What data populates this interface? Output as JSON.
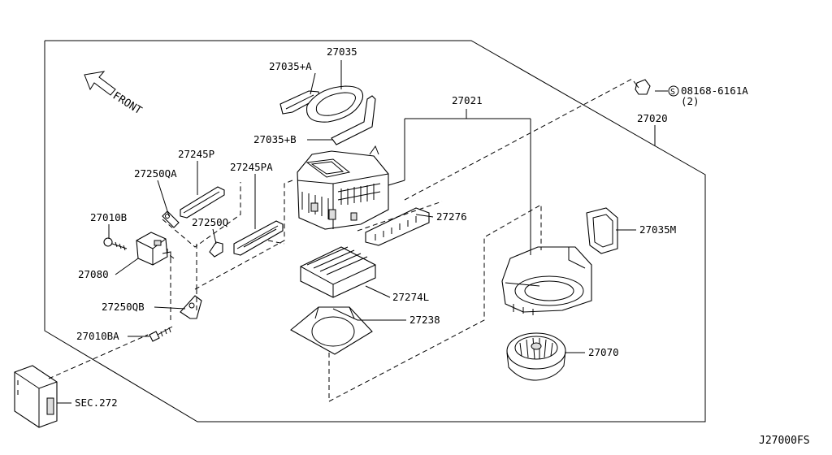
{
  "diagram": {
    "front_label": "FRONT",
    "footer_code": "J27000FS",
    "labels": {
      "p27035": "27035",
      "p27035a": "27035+A",
      "p27035b": "27035+B",
      "p27021": "27021",
      "p27020": "27020",
      "p08168": "08168-6161A",
      "p08168_qty": "(2)",
      "p08168_sym": "S",
      "p27245p": "27245P",
      "p27245pa": "27245PA",
      "p27250qa": "27250QA",
      "p27250q": "27250Q",
      "p27010b": "27010B",
      "p27080": "27080",
      "p27250qb": "27250QB",
      "p27010ba": "27010BA",
      "p27276": "27276",
      "p27274l": "27274L",
      "p27238": "27238",
      "p27035m": "27035M",
      "p27070": "27070",
      "sec272": "SEC.272"
    }
  }
}
